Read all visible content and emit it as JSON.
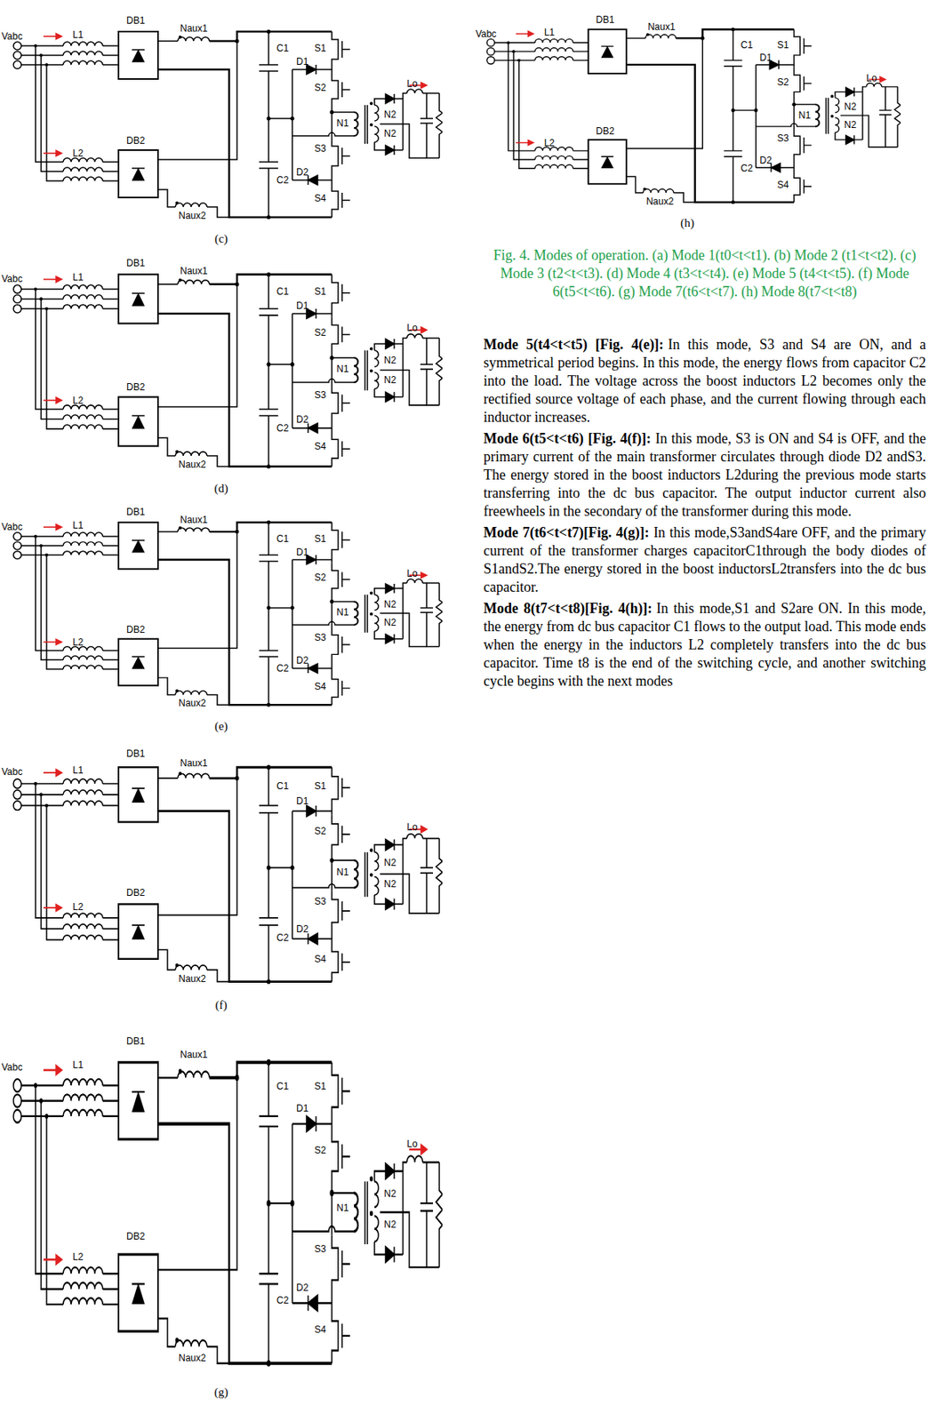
{
  "diagram": {
    "caption": "Fig. 4. Modes of operation. (a) Mode 1(t0<t<t1). (b) Mode 2 (t1<t<t2). (c) Mode 3 (t2<t<t3). (d) Mode 4 (t3<t<t4). (e) Mode 5 (t4<t<t5). (f) Mode 6(t5<t<t6). (g) Mode 7(t6<t<t7). (h) Mode 8(t7<t<t8)",
    "labels": [
      "Vabc",
      "L1",
      "DB1",
      "Naux1",
      "C1",
      "S1",
      "D1",
      "S2",
      "N1",
      "N2",
      "N2",
      "Lo",
      "L2",
      "DB2",
      "Naux2",
      "S3",
      "D2",
      "C2",
      "S4",
      "(c)",
      "Vabc",
      "L1",
      "DB1",
      "Naux1",
      "C1",
      "S1",
      "D1",
      "S2",
      "N1",
      "N2",
      "N2",
      "Lo",
      "L2",
      "DB2",
      "Naux2",
      "S3",
      "D2",
      "C2",
      "S4",
      "(d)",
      "Vabc",
      "L1",
      "DB1",
      "Naux1",
      "C1",
      "S1",
      "D1",
      "S2",
      "N1",
      "N2",
      "N2",
      "Lo",
      "L2",
      "DB2",
      "Naux2",
      "S3",
      "D2",
      "C2",
      "S4",
      "(e)",
      "Vabc",
      "L1",
      "DB1",
      "Naux1",
      "C1",
      "S1",
      "D1",
      "S2",
      "N1",
      "N2",
      "N2",
      "Lo",
      "L2",
      "DB2",
      "Naux2",
      "S3",
      "D2",
      "C2",
      "S4",
      "(f)",
      "Vabc",
      "L1",
      "DB1",
      "Naux1",
      "C1",
      "S1",
      "D1",
      "S2",
      "N1",
      "N2",
      "N2",
      "Lo",
      "L2",
      "DB2",
      "Naux2",
      "S3",
      "D2",
      "C2",
      "S4",
      "(g)",
      "Vabc",
      "L1",
      "DB1",
      "Naux1",
      "C1",
      "S1",
      "D1",
      "S2",
      "N1",
      "N2",
      "N2",
      "Lo",
      "L2",
      "DB2",
      "Naux2",
      "S3",
      "D2",
      "C2",
      "S4",
      "(h)",
      "Mode 5(t4<t<t5) [Fig. 4(e)]:",
      "In this mode, S3 and S4 are ON, and a symmetrical period begins. In this mode, the energy flows from capacitor C2 into the load. The voltage across the boost inductors L2 becomes only the rectified source voltage of each phase, and the current flowing through each inductor increases.",
      "Mode 6(t5<t<t6) [Fig. 4(f)]:",
      "In this mode, S3 is ON and S4 is OFF, and the primary current of the main transformer circulates through diode D2 andS3. The energy stored in the boost inductors L2during the previous mode starts transferring into the dc bus capacitor. The output inductor current also freewheels in the secondary of the transformer during this mode.",
      "Mode 7(t6<t<t7)[Fig. 4(g)]:",
      "In this mode,S3andS4are OFF, and the primary current of the transformer charges capacitorC1through the body diodes of S1andS2.The energy stored in the boost inductorsL2transfers into the dc bus capacitor.",
      "Mode 8(t7<t<t8)[Fig. 4(h)]:",
      "In this mode,S1 and S2are ON. In this mode, the energy from dc bus capacitor C1 flows to the output load. This mode ends when the energy in the inductors L2 completely transfers into the dc bus capacitor. Time t8 is the end of the switching cycle, and another switching cycle begins with the next modes"
    ]
  }
}
